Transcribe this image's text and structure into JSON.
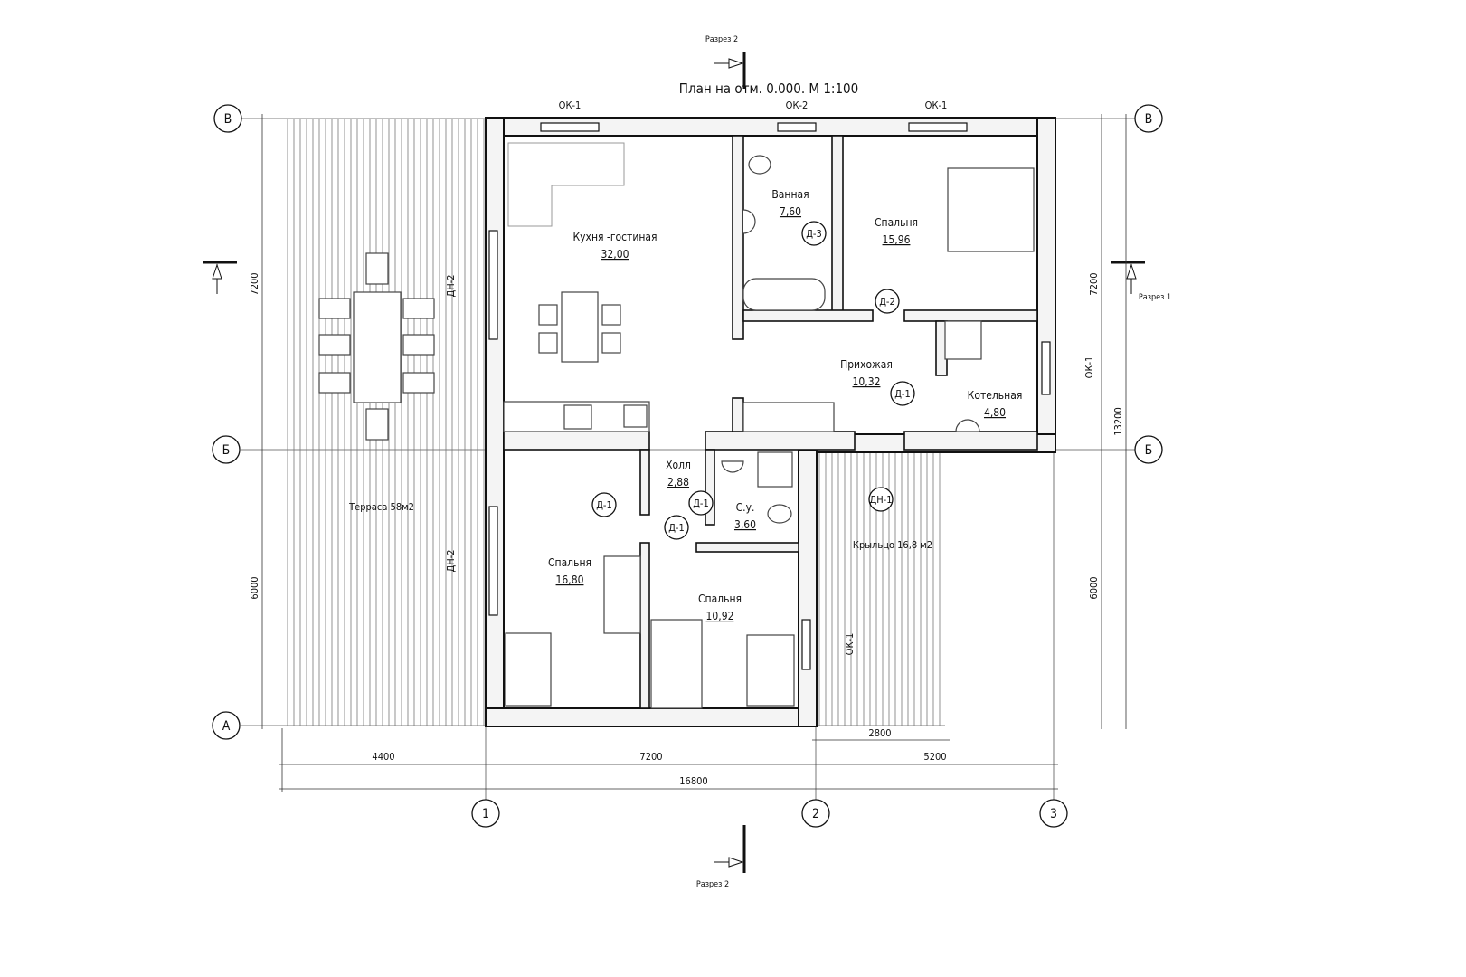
{
  "title": "План на отм. 0.000. М 1:100",
  "sections": {
    "top": "Разрез 2",
    "bottom": "Разрез 2",
    "right": "Разрез 1"
  },
  "axes": {
    "rows": [
      "В",
      "Б",
      "А"
    ],
    "cols": [
      "1",
      "2",
      "3"
    ]
  },
  "dimensions": {
    "bottom_chain": [
      "4400",
      "7200",
      "5200"
    ],
    "bottom_total": "16800",
    "porch": "2800",
    "left": [
      "7200",
      "6000"
    ],
    "right": [
      "7200",
      "6000"
    ],
    "right_total": "13200"
  },
  "rooms": [
    {
      "name": "Кухня -гостиная",
      "area": "32,00"
    },
    {
      "name": "Ванная",
      "area": "7,60"
    },
    {
      "name": "Спальня",
      "area": "15,96"
    },
    {
      "name": "Прихожая",
      "area": "10,32"
    },
    {
      "name": "Котельная",
      "area": "4,80"
    },
    {
      "name": "Холл",
      "area": "2,88"
    },
    {
      "name": "С.у.",
      "area": "3,60"
    },
    {
      "name": "Спальня",
      "area": "16,80"
    },
    {
      "name": "Спальня",
      "area": "10,92"
    }
  ],
  "outdoor": {
    "terrace": "Терраса 58м2",
    "porch": "Крыльцо 16,8 м2"
  },
  "windows": {
    "ok1": "ОК-1",
    "ok2": "ОК-2",
    "dn2": "ДН-2"
  },
  "doors": {
    "d1": "Д-1",
    "d2": "Д-2",
    "d3": "Д-3",
    "dn1": "ДН-1"
  }
}
